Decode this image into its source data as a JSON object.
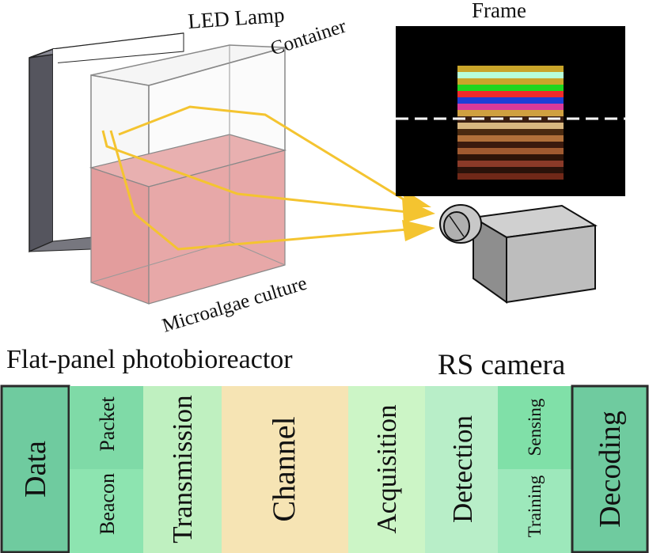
{
  "labels": {
    "led_lamp": "LED Lamp",
    "container": "Container",
    "frame": "Frame",
    "culture": "Microalgae culture",
    "photobioreactor": "Flat-panel photobioreactor",
    "camera": "RS camera"
  },
  "blocks": [
    {
      "label": "Data",
      "color": "#6fcb9f"
    },
    {
      "label": "Beacon",
      "color": "#87dfac"
    },
    {
      "label": "Packet",
      "color": "#78d9a3"
    },
    {
      "label": "Transmission",
      "color": "#bff0c0"
    },
    {
      "label": "Channel",
      "color": "#f6e4b4"
    },
    {
      "label": "Acquisition",
      "color": "#ccf5c6"
    },
    {
      "label": "Detection",
      "color": "#b8eec8"
    },
    {
      "label": "Training",
      "color": "#9de8bb"
    },
    {
      "label": "Sensing",
      "color": "#80e0a8"
    },
    {
      "label": "Decoding",
      "color": "#6fcb9f"
    }
  ],
  "colors": {
    "beam": "#f4c430",
    "culture": "#e8a0a0",
    "lamp_frame": "#6f6f78",
    "frame_bg": "#000000",
    "camera_body": "#a9a9a9"
  },
  "frame_stripes": [
    "#c9a52a",
    "#b7ffd9",
    "#c9a52a",
    "#1fd61f",
    "#ef2a2a",
    "#1e3fd6",
    "#d93a9a",
    "#cfa040",
    "#3a1e10",
    "#d8b780",
    "#4a2a10",
    "#b0703a",
    "#3a1a0e",
    "#a05a30",
    "#2e1408",
    "#8a3a28",
    "#2a120a",
    "#702818"
  ]
}
